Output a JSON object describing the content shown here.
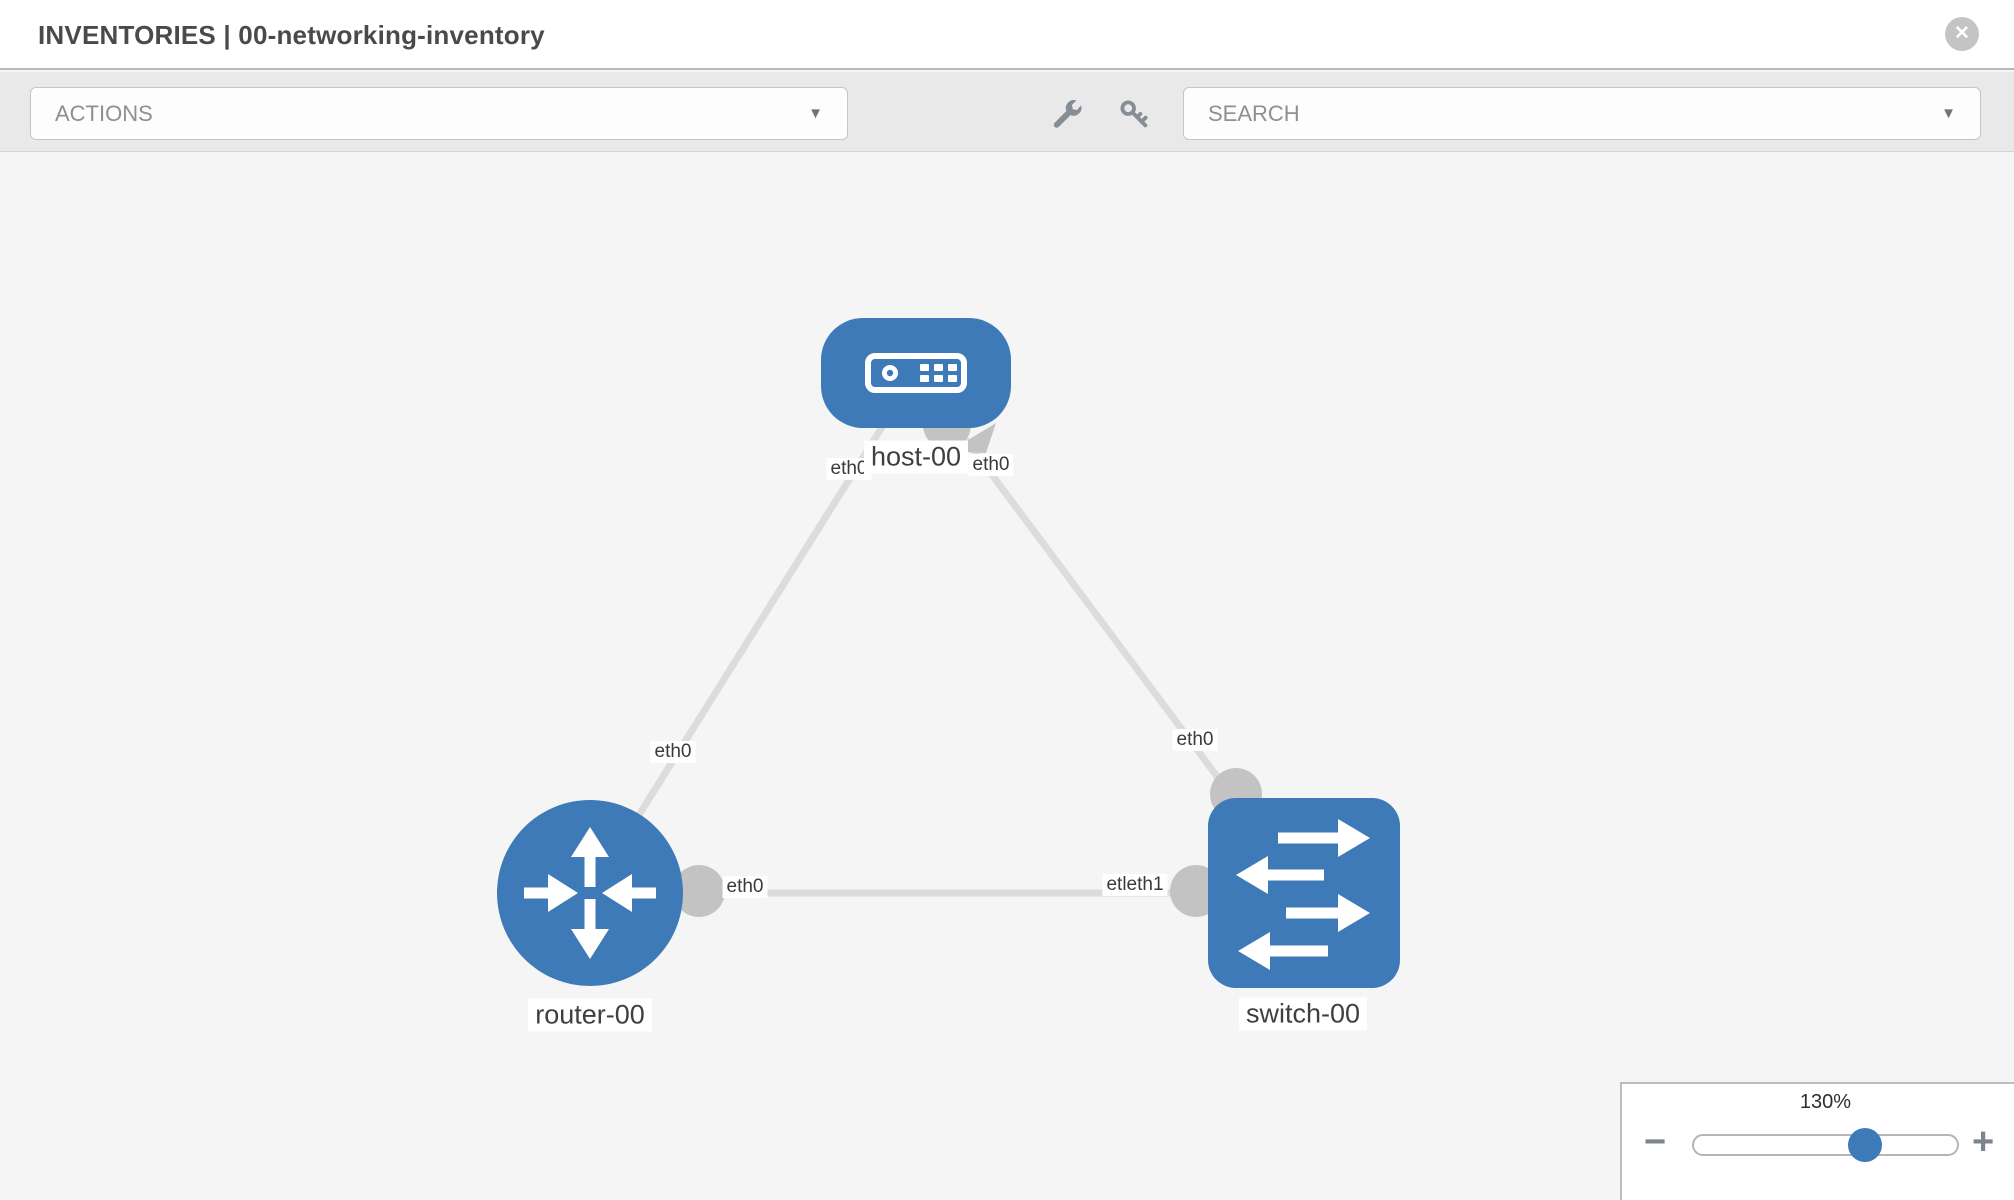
{
  "header": {
    "title": "INVENTORIES | 00-networking-inventory",
    "close_glyph": "✕"
  },
  "toolbar": {
    "actions_label": "ACTIONS",
    "search_label": "SEARCH",
    "caret_glyph": "▼",
    "icons": [
      "wrench-icon",
      "key-icon"
    ]
  },
  "topology": {
    "nodes": [
      {
        "label": "host-00",
        "type": "host"
      },
      {
        "label": "router-00",
        "type": "router"
      },
      {
        "label": "switch-00",
        "type": "switch"
      }
    ],
    "links": [
      {
        "from": "router-00",
        "to": "host-00"
      },
      {
        "from": "host-00",
        "to": "switch-00"
      },
      {
        "from": "router-00",
        "to": "switch-00"
      }
    ],
    "port_labels": [
      {
        "text": "eth0",
        "location": "host-left"
      },
      {
        "text": "eth0",
        "location": "host-right"
      },
      {
        "text": "eth0",
        "location": "router-uplink"
      },
      {
        "text": "eth0",
        "location": "switch-top"
      },
      {
        "text": "eth0",
        "location": "router-right"
      },
      {
        "text": "etleth1",
        "location": "switch-left"
      }
    ]
  },
  "zoom": {
    "level": "130%",
    "minus_glyph": "−",
    "plus_glyph": "+"
  },
  "colors": {
    "node_blue": "#3d7ab7",
    "link_gray": "#dcdcdc",
    "endpoint_gray": "#c3c3c3",
    "toolbar_gray": "#e9e9e9"
  }
}
